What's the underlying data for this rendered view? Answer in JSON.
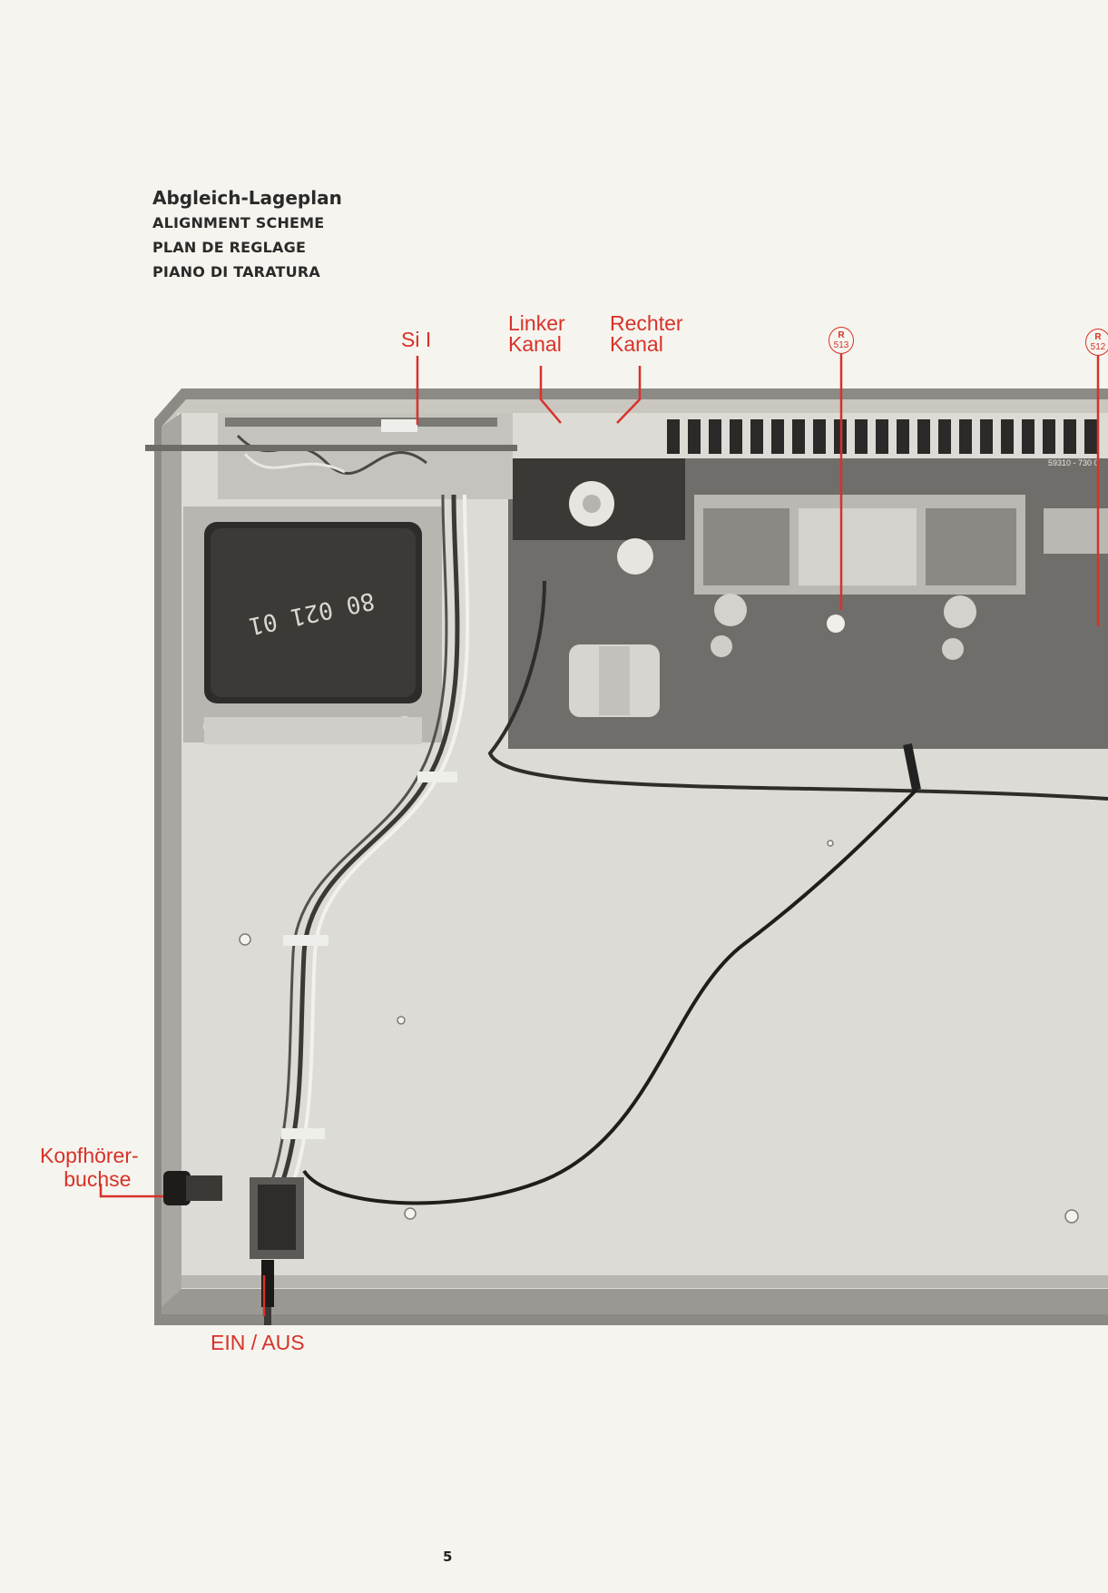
{
  "heading": {
    "title_de": "Abgleich-Lageplan",
    "title_en": "ALIGNMENT SCHEME",
    "title_fr": "PLAN DE REGLAGE",
    "title_it": "PIANO DI TARATURA"
  },
  "callouts": {
    "fuse": "Si I",
    "left_channel_line1": "Linker",
    "left_channel_line2": "Kanal",
    "right_channel_line1": "Rechter",
    "right_channel_line2": "Kanal",
    "trimmer_r513_letter": "R",
    "trimmer_r513_number": "513",
    "trimmer_r512_letter": "R",
    "trimmer_r512_number": "512",
    "headphone_line1": "Kopfhörer-",
    "headphone_line2": "buchse",
    "power_switch": "EIN / AUS"
  },
  "photo_labels": {
    "transformer_code": "80 021 01",
    "board_code": "59310 - 730 0"
  },
  "page_number": "5",
  "colors": {
    "annotation": "#d7322a",
    "chassis": "#d9d8d2",
    "pcb": "#6f6e6a"
  }
}
